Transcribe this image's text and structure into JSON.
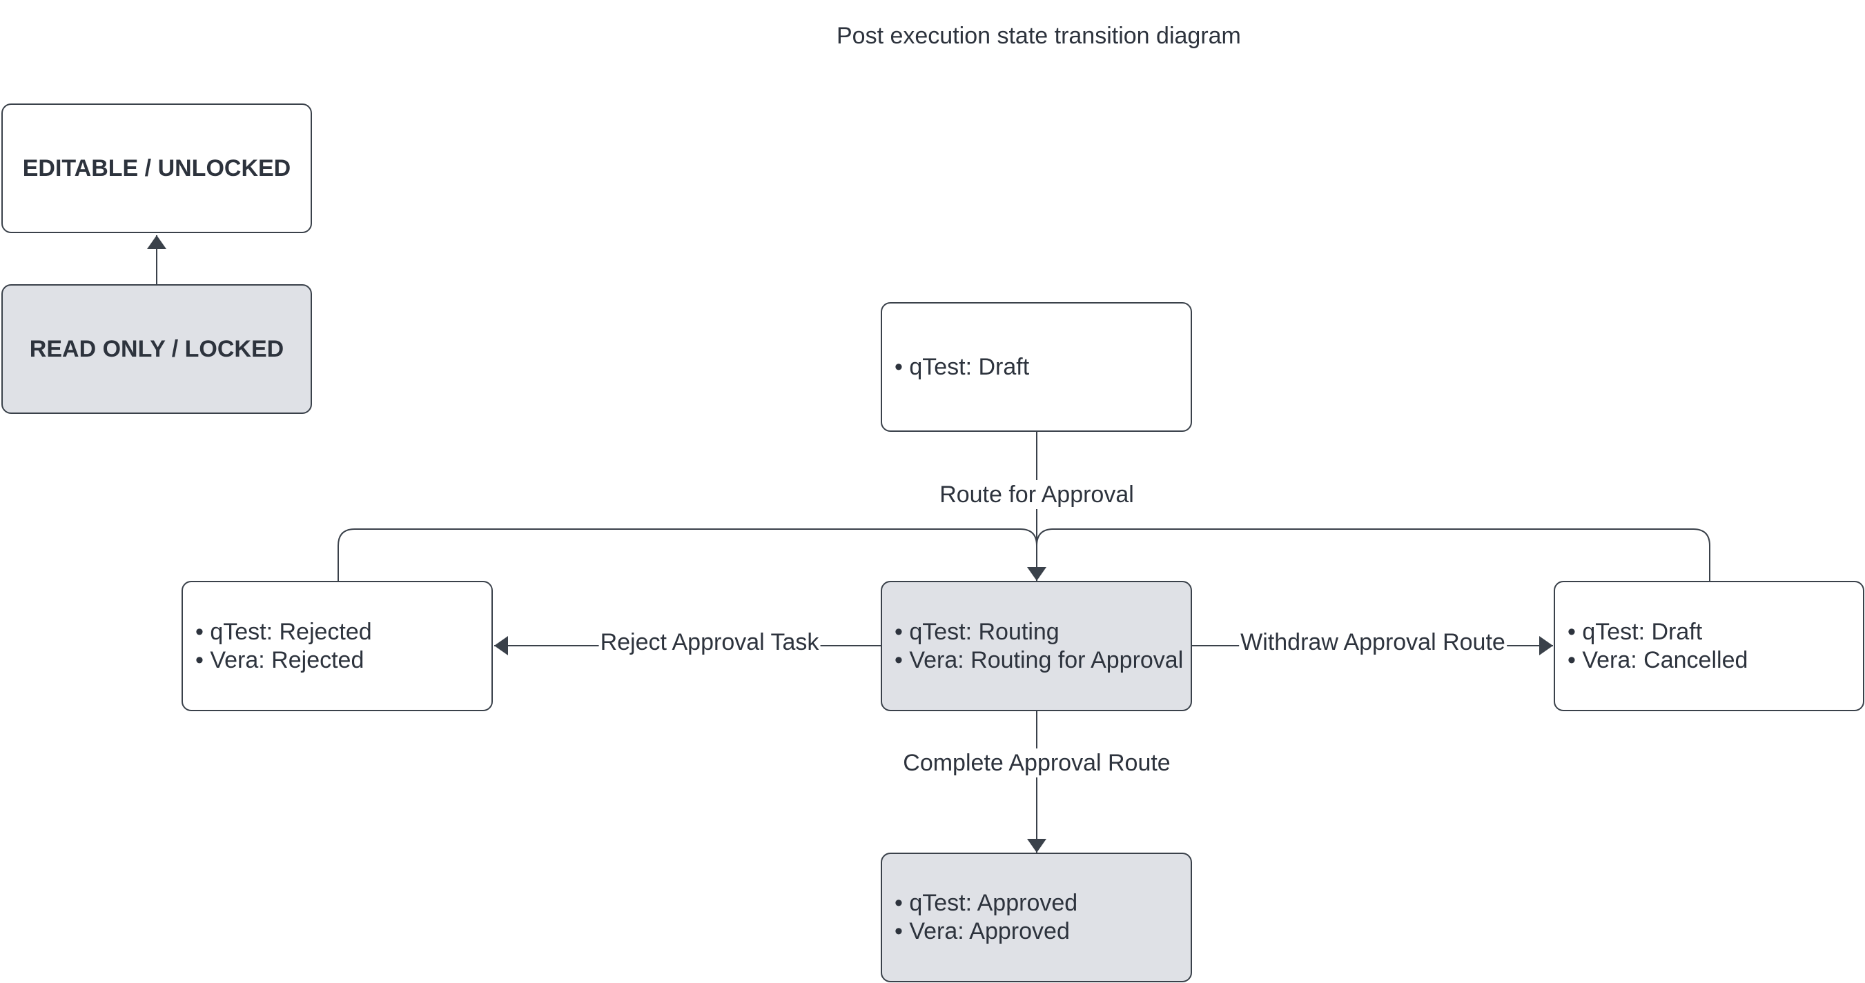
{
  "title": "Post execution state transition diagram",
  "legend": {
    "editable": "EDITABLE / UNLOCKED",
    "locked": "READ ONLY / LOCKED"
  },
  "colors": {
    "stroke": "#3a414a",
    "locked_fill": "#dfe1e6",
    "editable_fill": "#ffffff",
    "text": "#2d333d"
  },
  "states": {
    "draft": {
      "lines": [
        "• qTest: Draft"
      ],
      "locked": false
    },
    "routing": {
      "lines": [
        "• qTest: Routing",
        "• Vera: Routing for Approval"
      ],
      "locked": true
    },
    "rejected": {
      "lines": [
        "• qTest: Rejected",
        "• Vera: Rejected"
      ],
      "locked": false
    },
    "cancelled": {
      "lines": [
        "• qTest: Draft",
        "• Vera: Cancelled"
      ],
      "locked": false
    },
    "approved": {
      "lines": [
        "• qTest: Approved",
        "• Vera: Approved"
      ],
      "locked": true
    }
  },
  "transitions": {
    "route_for_approval": "Route for Approval",
    "reject_approval_task": "Reject Approval Task",
    "withdraw_approval_route": "Withdraw Approval Route",
    "complete_approval_route": "Complete Approval Route"
  }
}
